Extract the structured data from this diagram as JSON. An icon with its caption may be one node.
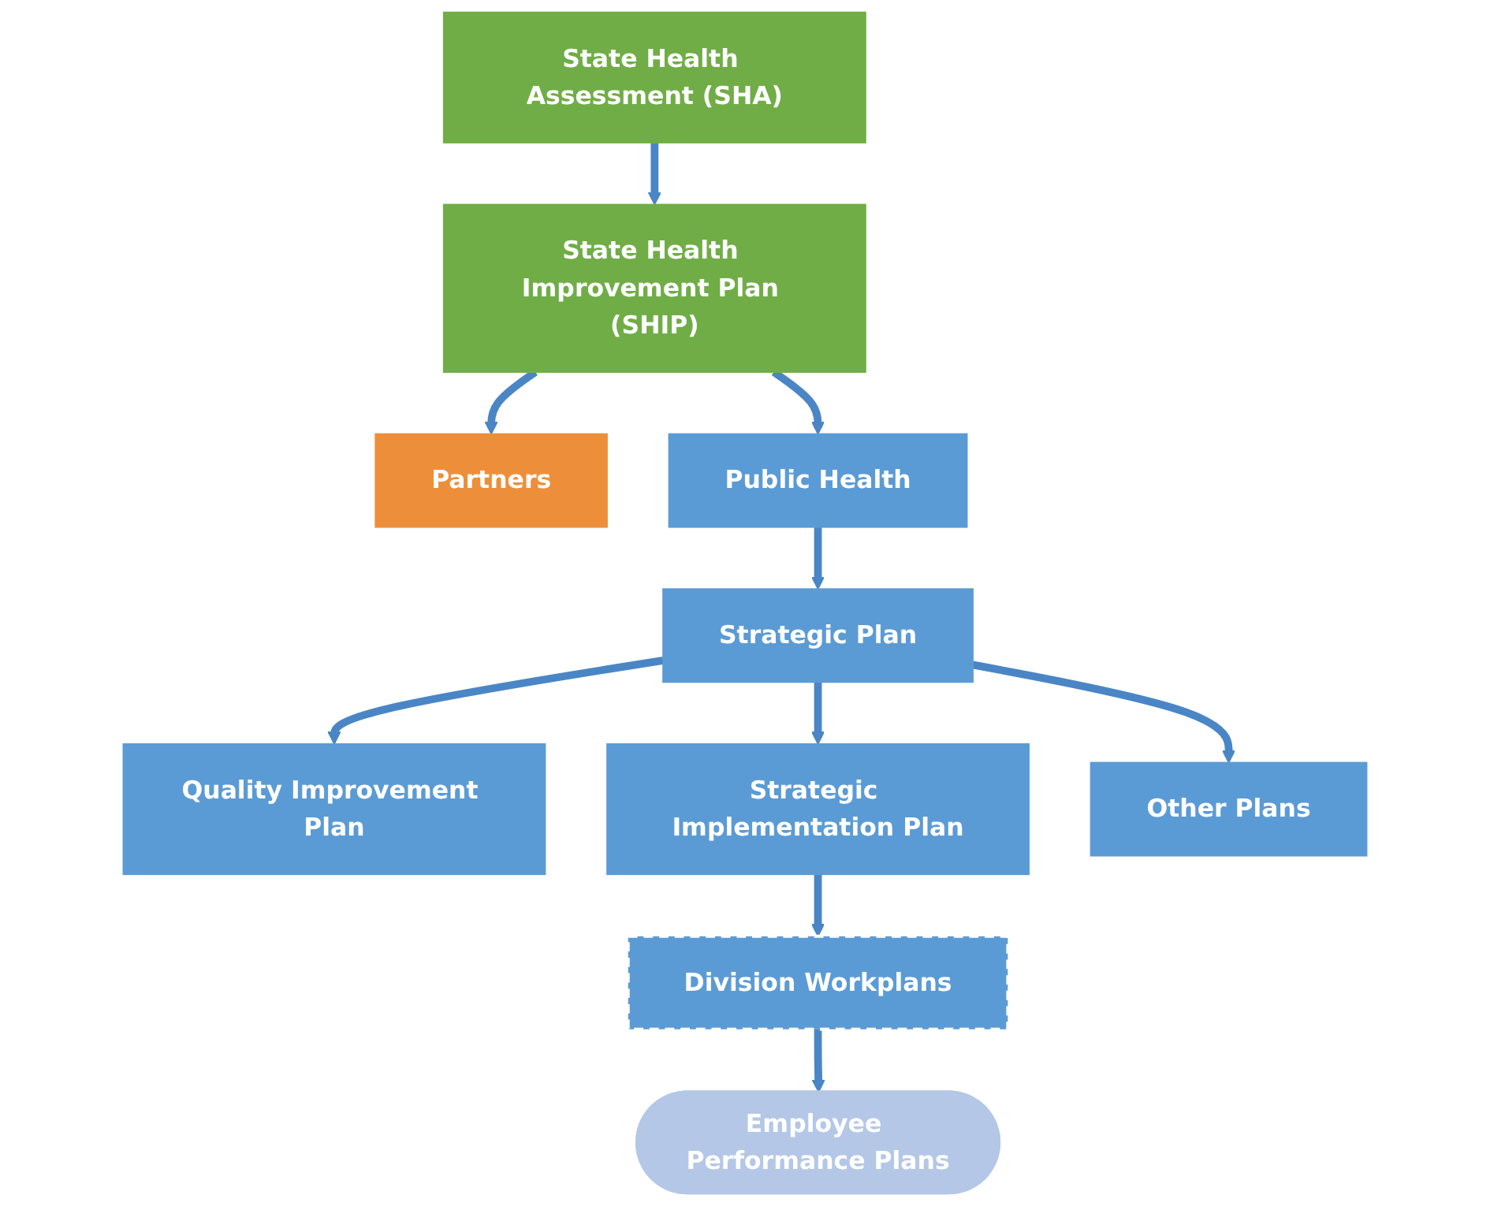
{
  "diagram": {
    "nodes": [
      {
        "text": [
          "State Health Assessment (SHA)"
        ]
      },
      {
        "text": [
          "State Health Improvement Plan (SHIP)"
        ]
      },
      {
        "text": [
          "Partners"
        ]
      },
      {
        "text": [
          "Public Health"
        ]
      },
      {
        "text": [
          "Strategic Plan"
        ]
      },
      {
        "text": [
          "Quality Improvement Plan"
        ]
      },
      {
        "text": [
          "Strategic Implementation Plan"
        ]
      },
      {
        "text": [
          "Other Plans"
        ]
      },
      {
        "text": [
          "Division Workplans"
        ]
      },
      {
        "text": [
          "Employee Performance Plans"
        ]
      }
    ],
    "edges": [
      {
        "from": 0,
        "to": 1,
        "arrow": "to"
      },
      {
        "from": 1,
        "to": 2,
        "arrow": "to"
      },
      {
        "from": 1,
        "to": 3,
        "arrow": "to"
      },
      {
        "from": 3,
        "to": 4,
        "arrow": "to"
      },
      {
        "from": 4,
        "to": 5,
        "arrow": "to"
      },
      {
        "from": 4,
        "to": 6,
        "arrow": "to"
      },
      {
        "from": 4,
        "to": 7,
        "arrow": "to"
      },
      {
        "from": 6,
        "to": 8,
        "arrow": "to"
      },
      {
        "from": 8,
        "to": 9,
        "arrow": "to"
      }
    ]
  }
}
